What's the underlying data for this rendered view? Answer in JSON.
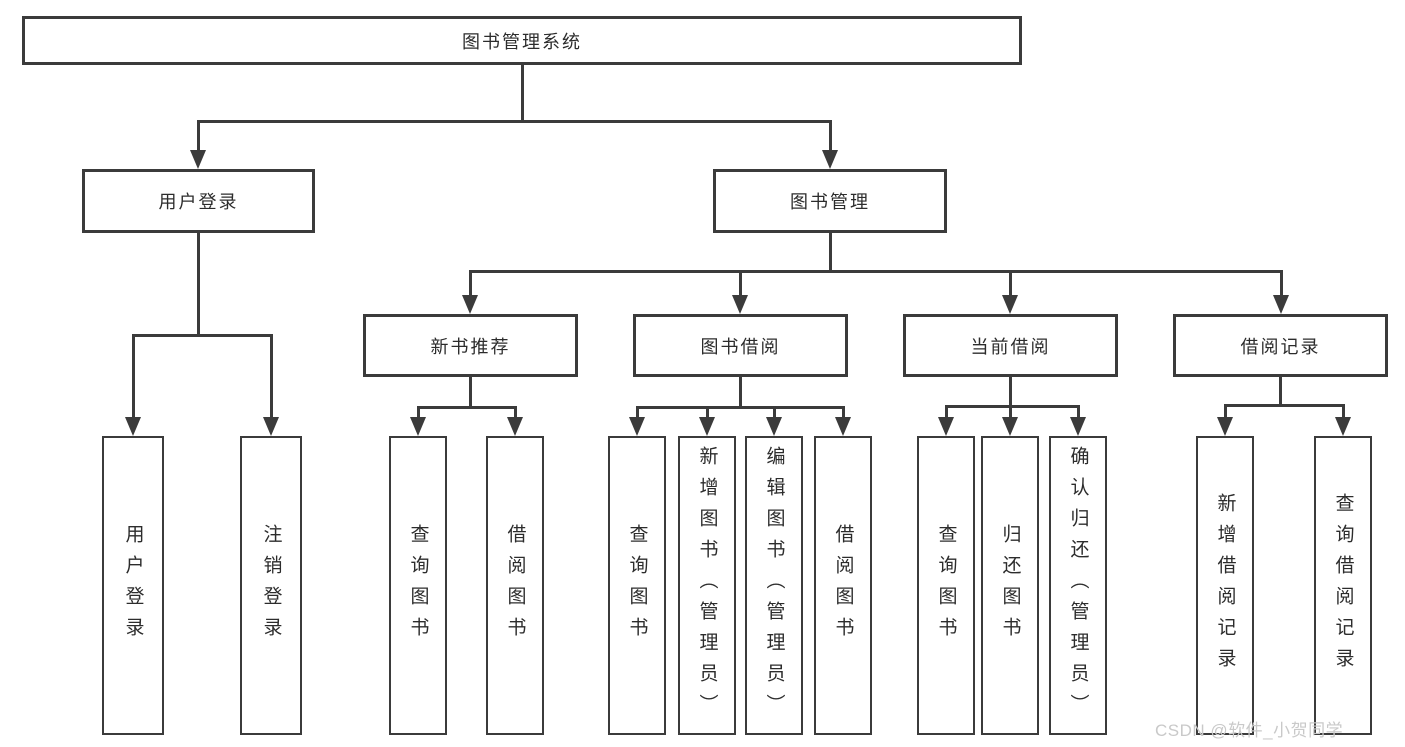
{
  "colors": {
    "line": "#3b3b3b",
    "text": "#2c2c2c",
    "watermark": "#c9c9c9",
    "background": "#ffffff"
  },
  "diagram": {
    "root": {
      "label": "图书管理系统"
    },
    "level2": [
      {
        "label": "用户登录"
      },
      {
        "label": "图书管理"
      }
    ],
    "level3": [
      {
        "label": "新书推荐"
      },
      {
        "label": "图书借阅"
      },
      {
        "label": "当前借阅"
      },
      {
        "label": "借阅记录"
      }
    ],
    "leaves": {
      "user_login": [
        "用户登录",
        "注销登录"
      ],
      "new_book": [
        "查询图书",
        "借阅图书"
      ],
      "book_borrow": [
        "查询图书",
        "新增图书（管理员）",
        "编辑图书（管理员）",
        "借阅图书"
      ],
      "current_borrow": [
        "查询图书",
        "归还图书",
        "确认归还（管理员）"
      ],
      "borrow_records": [
        "新增借阅记录",
        "查询借阅记录"
      ]
    }
  },
  "watermark": {
    "text": "CSDN @软件_小贺同学"
  }
}
